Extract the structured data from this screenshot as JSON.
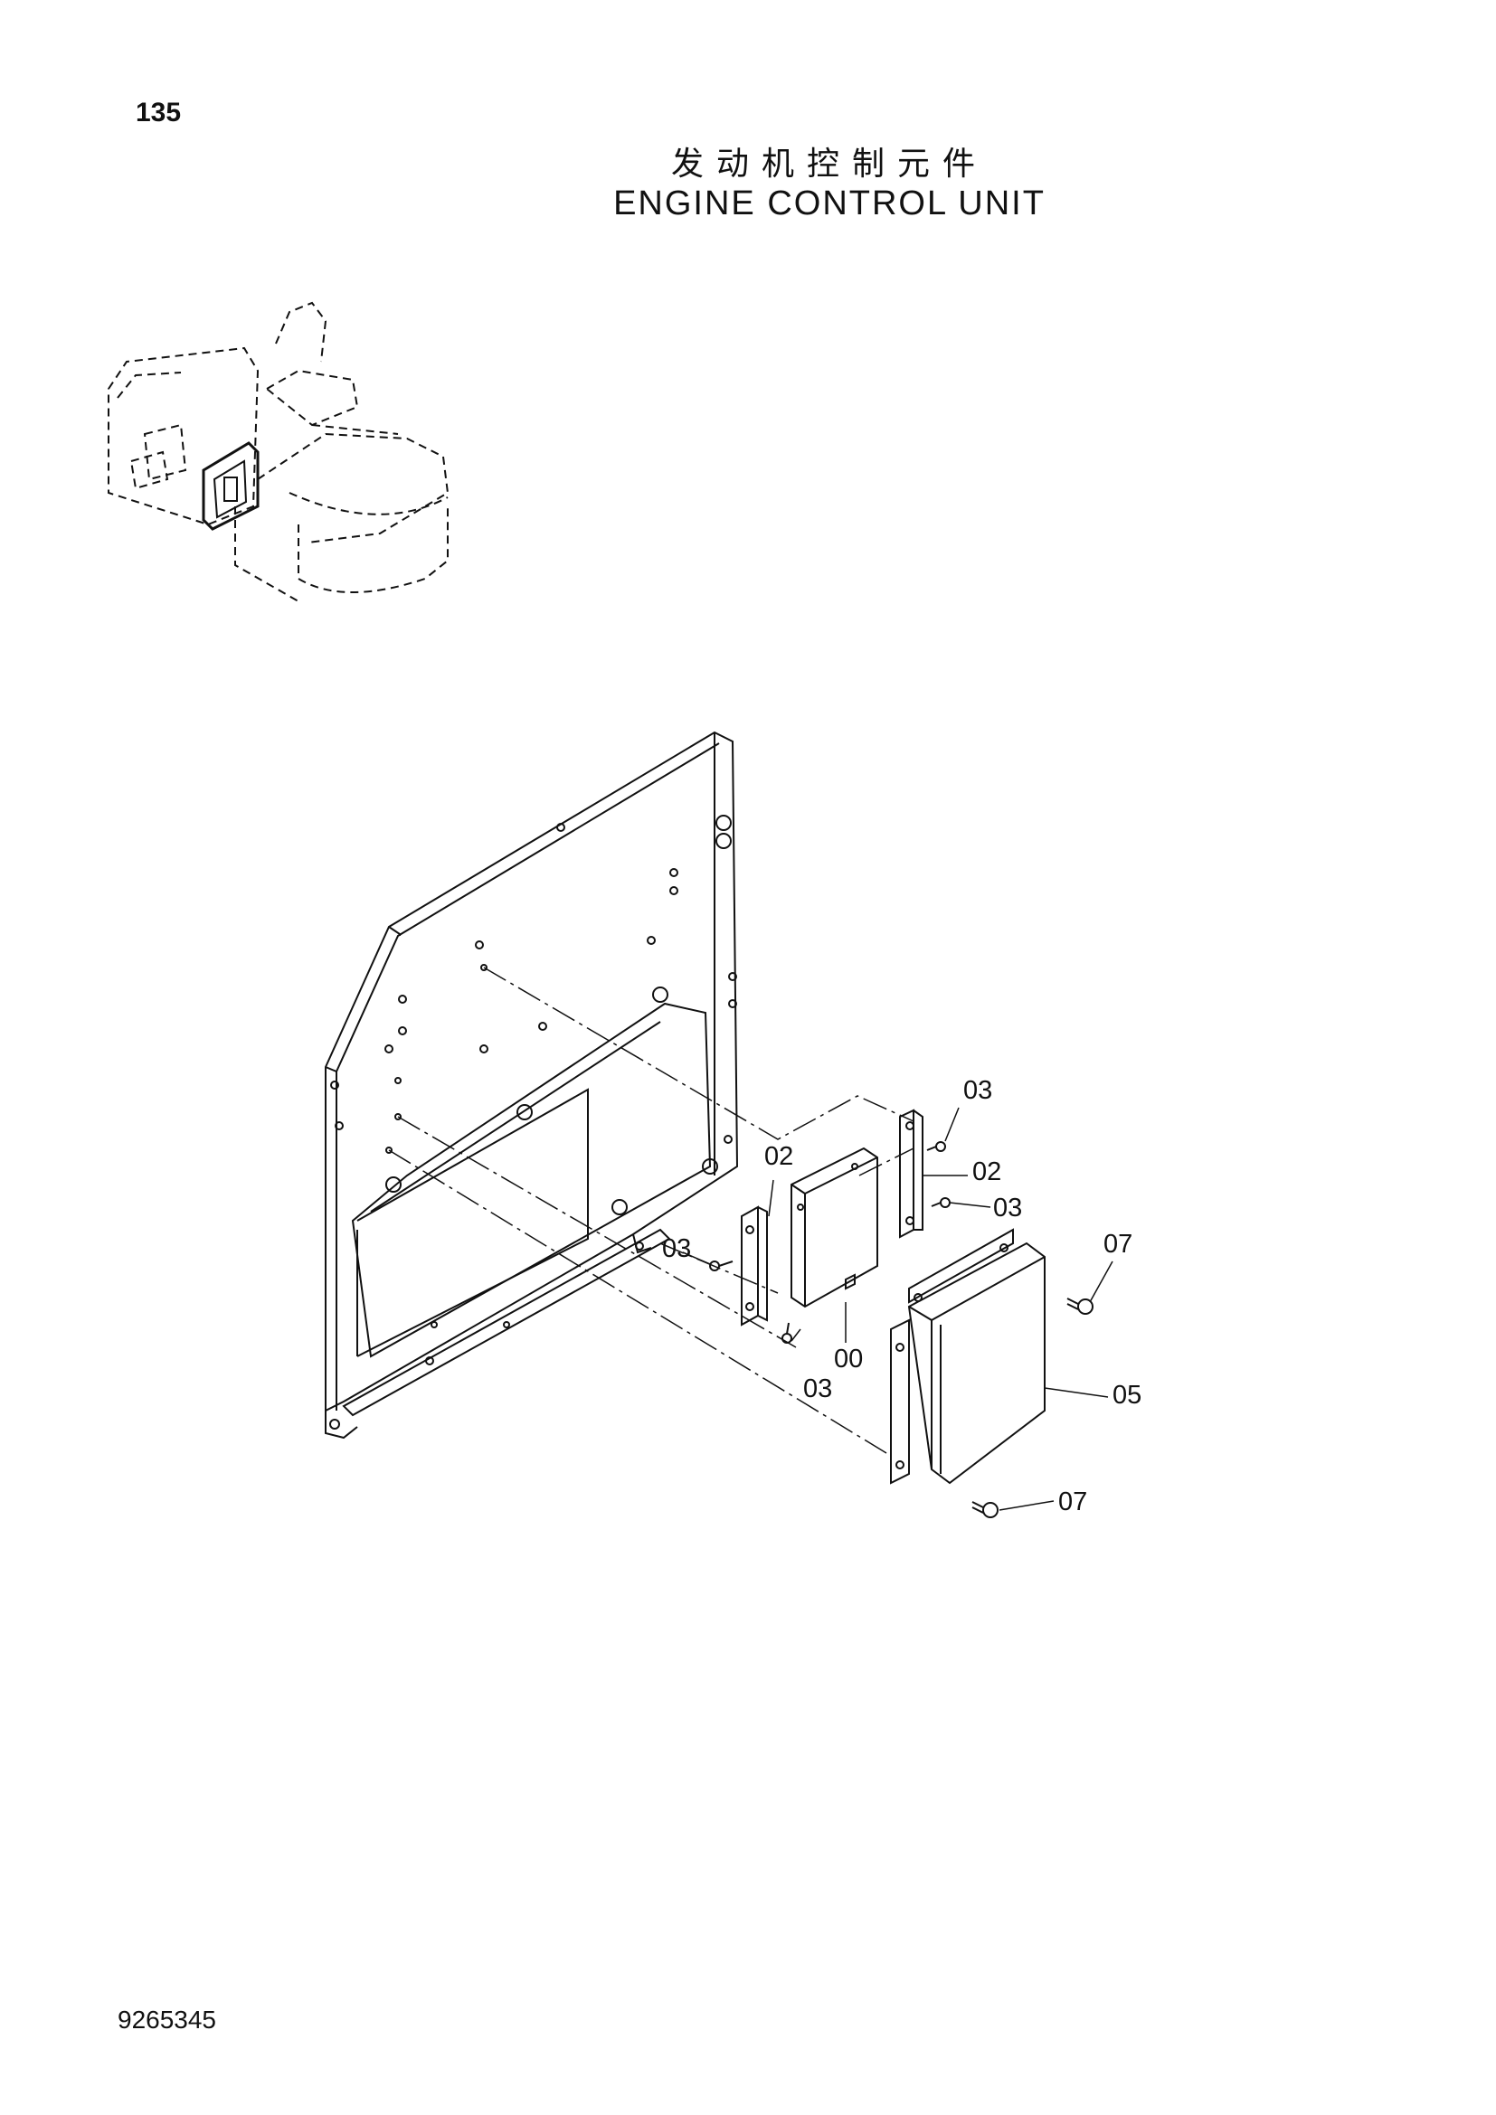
{
  "page_number": "135",
  "title_cn": "发动机控制元件",
  "title_en": "ENGINE CONTROL UNIT",
  "document_number": "9265345",
  "callouts": [
    {
      "id": "c03a",
      "text": "03"
    },
    {
      "id": "c02a",
      "text": "02"
    },
    {
      "id": "c02b",
      "text": "02"
    },
    {
      "id": "c03b",
      "text": "03"
    },
    {
      "id": "c03c",
      "text": "03"
    },
    {
      "id": "c07a",
      "text": "07"
    },
    {
      "id": "c00",
      "text": "00"
    },
    {
      "id": "c03d",
      "text": "03"
    },
    {
      "id": "c05",
      "text": "05"
    },
    {
      "id": "c07b",
      "text": "07"
    }
  ]
}
